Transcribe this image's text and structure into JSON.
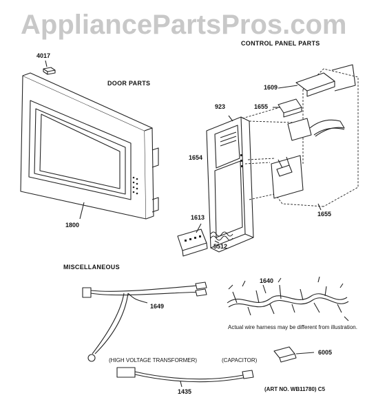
{
  "watermark": "AppliancePartsPros.com",
  "sections": {
    "door": "DOOR PARTS",
    "control": "CONTROL PANEL PARTS",
    "misc": "MISCELLANEOUS"
  },
  "parts": {
    "p4017": "4017",
    "p1800": "1800",
    "p923": "923",
    "p1654": "1654",
    "p1613": "1613",
    "p5512": "5512",
    "p1609": "1609",
    "p1655a": "1655",
    "p1655b": "1655",
    "p1649": "1649",
    "p1640": "1640",
    "p6005": "6005",
    "p1435": "1435"
  },
  "notes": {
    "harness": "Actual wire harness may be different from illustration.",
    "hv_transformer": "(HIGH VOLTAGE TRANSFORMER)",
    "capacitor": "(CAPACITOR)",
    "art_no": "(ART NO. WB11780)  C5"
  }
}
